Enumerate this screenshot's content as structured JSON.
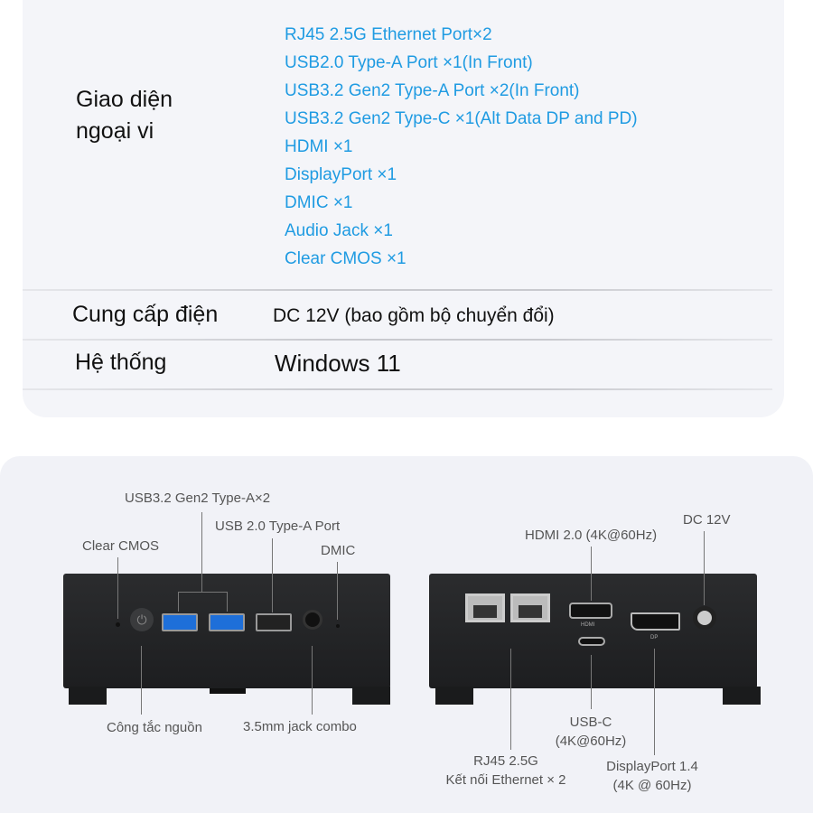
{
  "specs": {
    "ports_label_line1": "Giao diện",
    "ports_label_line2": "ngoại vi",
    "ports": [
      "RJ45 2.5G Ethernet Port×2",
      "USB2.0 Type-A Port ×1(In Front)",
      "USB3.2 Gen2 Type-A Port ×2(In Front)",
      "USB3.2 Gen2 Type-C ×1(Alt Data DP and PD)",
      "HDMI ×1",
      "DisplayPort ×1",
      "DMIC ×1",
      "Audio Jack ×1",
      "Clear CMOS ×1"
    ],
    "power_label": "Cung cấp điện",
    "power_value": "DC 12V (bao gồm bộ chuyển đổi)",
    "os_label": "Hệ thống",
    "os_value": "Windows 11"
  },
  "front": {
    "usb32": "USB3.2 Gen2 Type-A×2",
    "usb20": "USB 2.0 Type-A Port",
    "clear_cmos": "Clear CMOS",
    "dmic": "DMIC",
    "power": "Công tắc nguồn",
    "jack": "3.5mm jack combo"
  },
  "back": {
    "hdmi": "HDMI 2.0 (4K@60Hz)",
    "dc": "DC 12V",
    "usbc_1": "USB-C",
    "usbc_2": "(4K@60Hz)",
    "rj45_1": "RJ45 2.5G",
    "rj45_2": "Kết nối Ethernet × 2",
    "dp_1": "DisplayPort 1.4",
    "dp_2": "(4K @ 60Hz)",
    "hdmi_mark": "HDMI",
    "dp_mark": "DP"
  },
  "colors": {
    "accent": "#1f9be2"
  }
}
